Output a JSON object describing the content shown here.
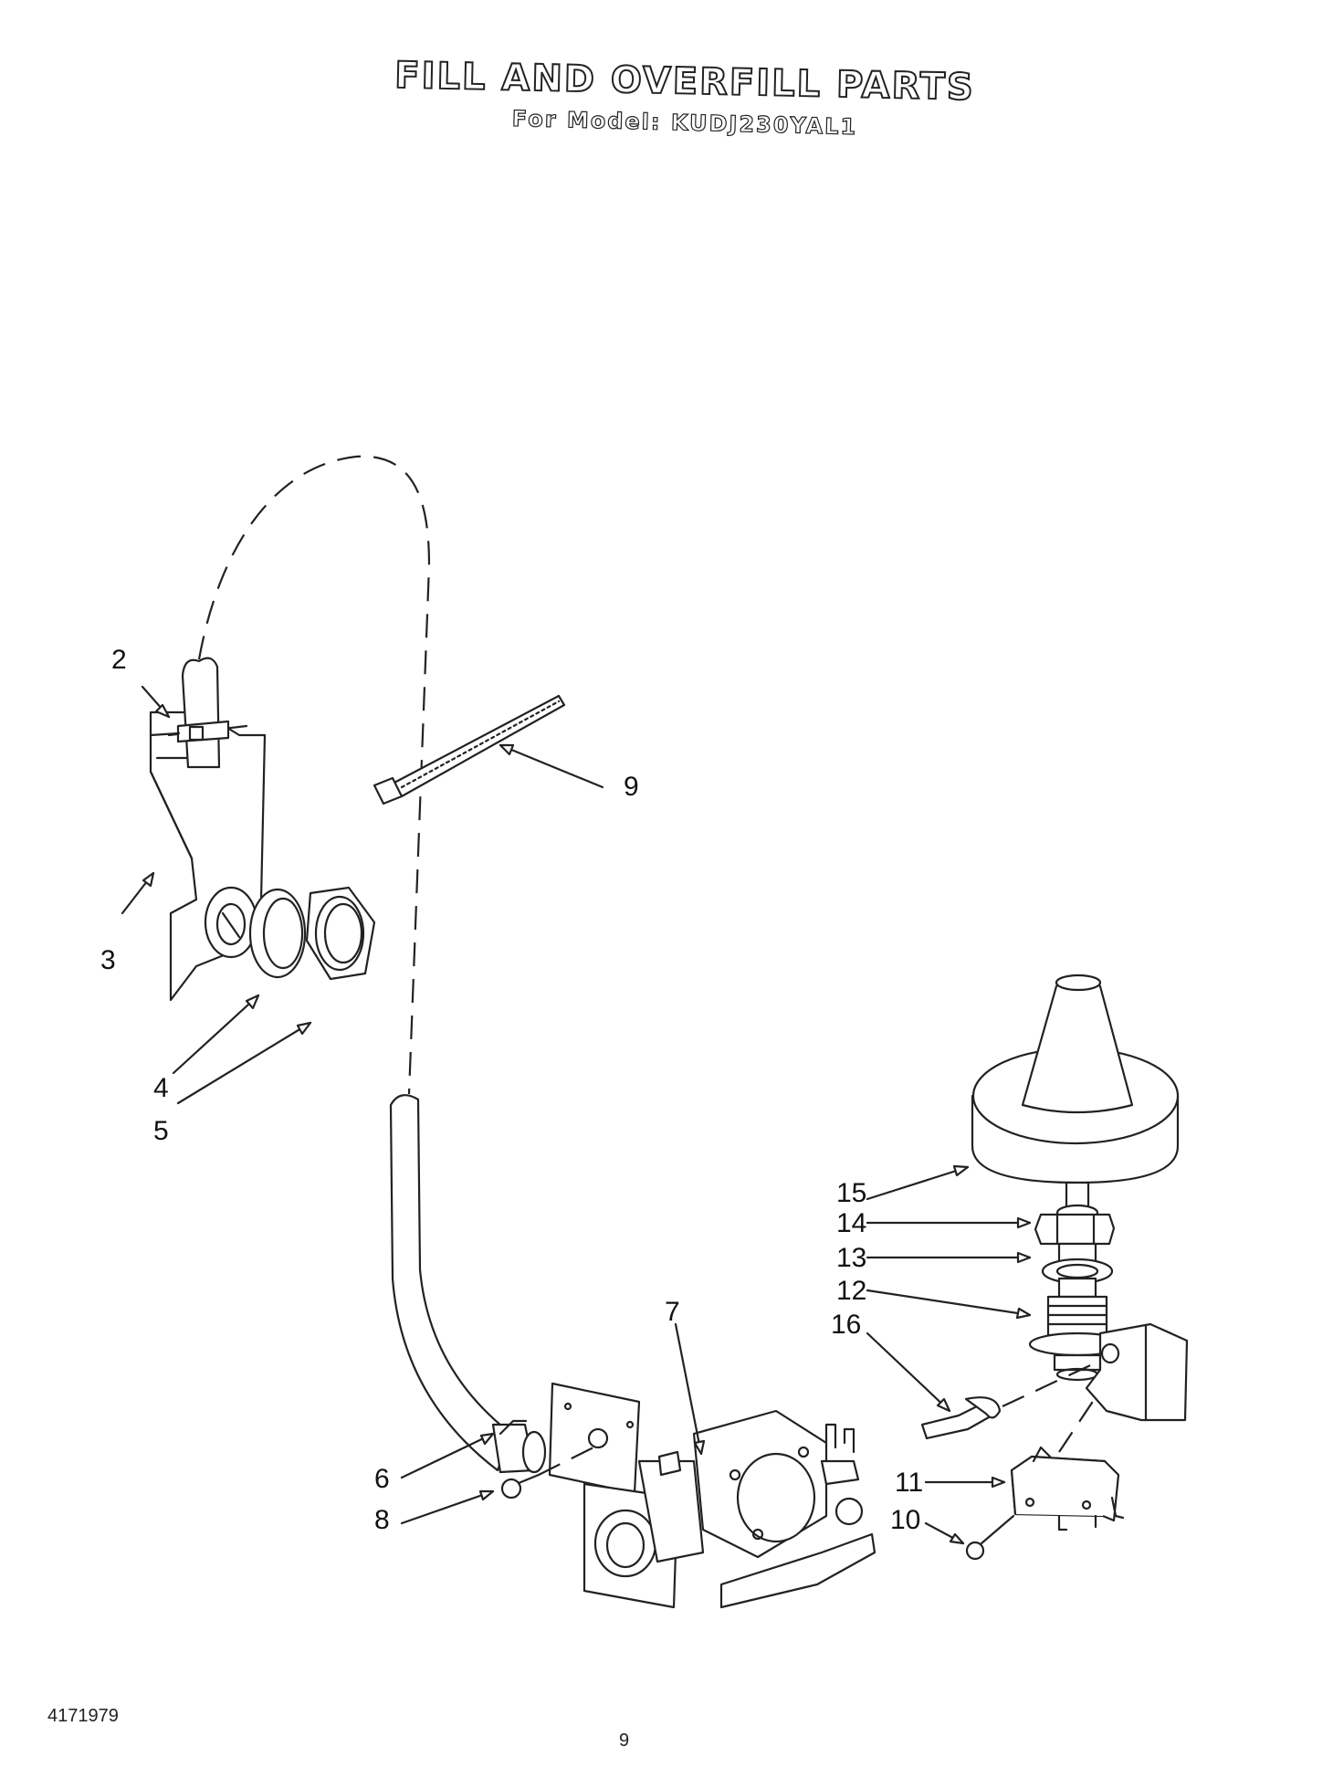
{
  "header": {
    "title": "FILL AND OVERFILL PARTS",
    "subtitle": "For Model: KUDJ230YAL1"
  },
  "callouts": [
    "2",
    "3",
    "4",
    "5",
    "9",
    "15",
    "14",
    "13",
    "12",
    "16",
    "7",
    "6",
    "8",
    "11",
    "10"
  ],
  "footer": {
    "doc_number": "4171979",
    "page_number": "9"
  }
}
